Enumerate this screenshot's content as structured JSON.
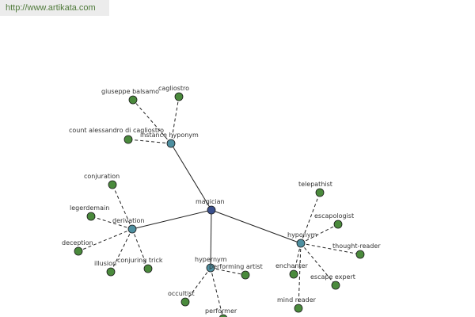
{
  "watermark": "http://www.artikata.com",
  "colors": {
    "center_node": "#3a4f8c",
    "relation_node": "#4e8fa0",
    "leaf_node": "#4a8a3c",
    "edge": "#222222"
  },
  "graph": {
    "center": {
      "id": "magician",
      "label": "magician"
    },
    "relations": [
      {
        "id": "instance_hyponym",
        "label": "instance hyponym",
        "leaves": [
          "giuseppe balsamo",
          "cagliostro",
          "count alessandro di cagliostro"
        ]
      },
      {
        "id": "derivation",
        "label": "derivation",
        "leaves": [
          "conjuration",
          "legerdemain",
          "deception",
          "illusion",
          "conjuring trick"
        ]
      },
      {
        "id": "hypernym",
        "label": "hypernym",
        "leaves": [
          "performing artist",
          "occultist",
          "performer"
        ]
      },
      {
        "id": "hyponym",
        "label": "hyponym",
        "leaves": [
          "telepathist",
          "escapologist",
          "thought-reader",
          "escape expert",
          "enchanter",
          "mind reader"
        ]
      }
    ]
  }
}
